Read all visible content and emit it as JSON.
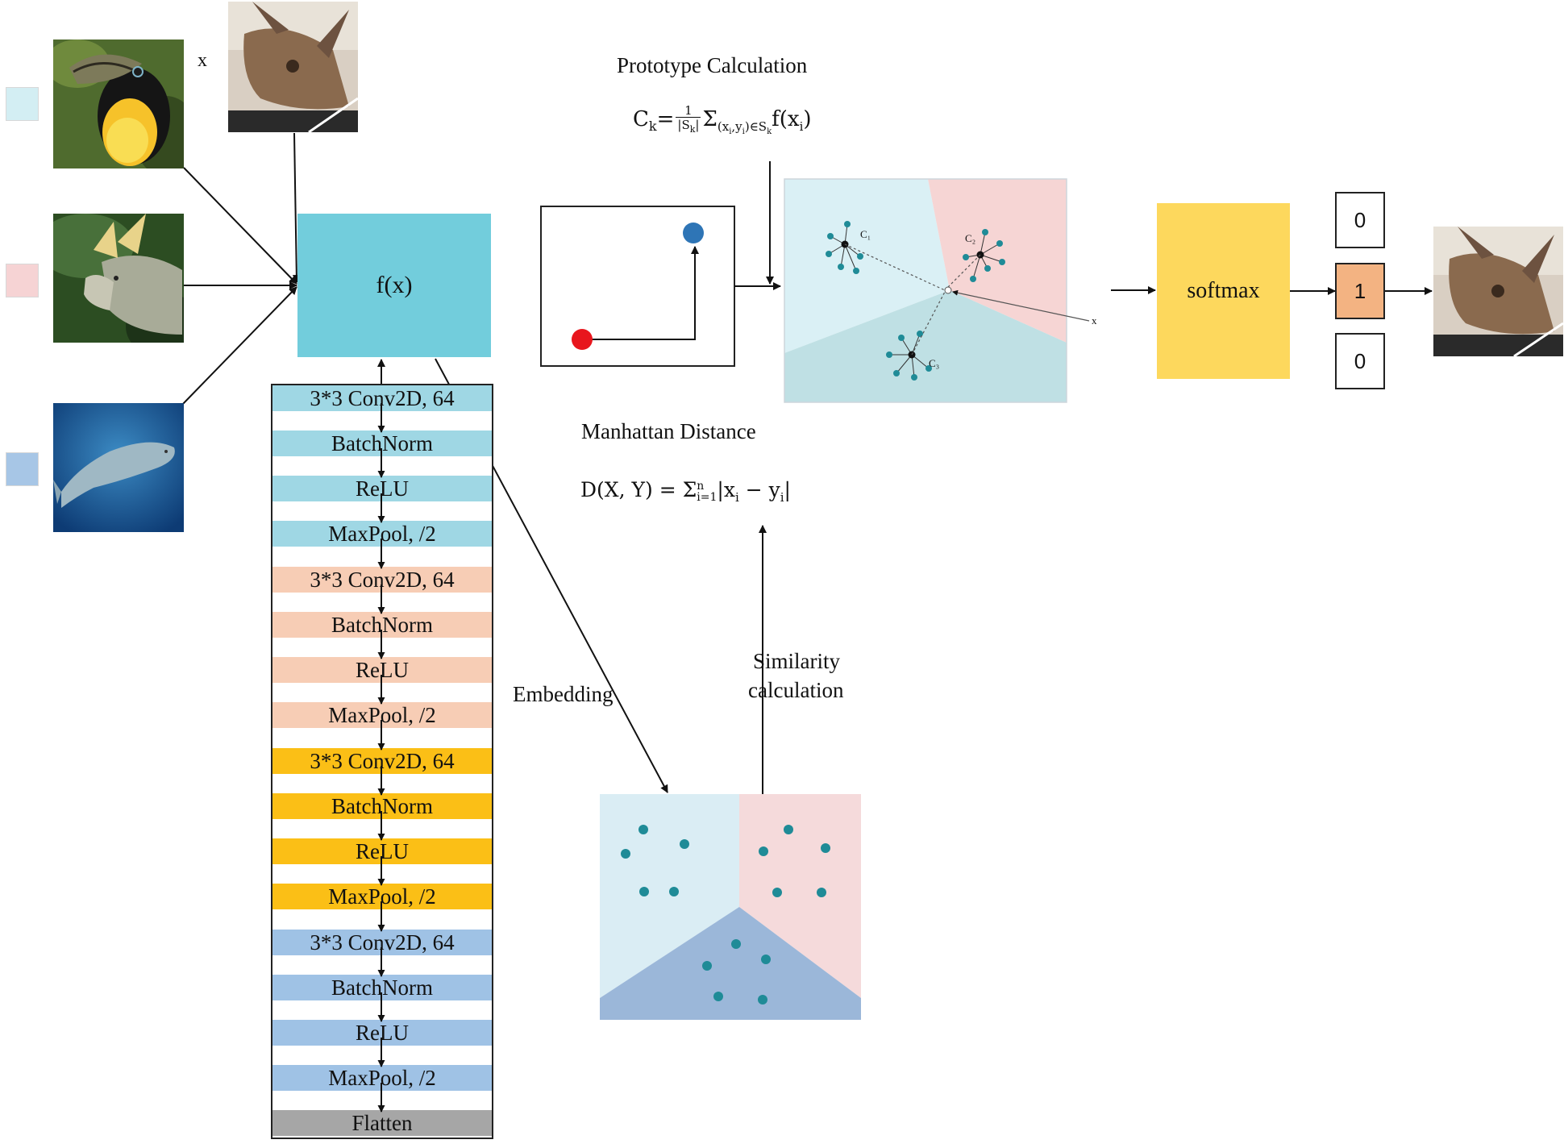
{
  "support_swatches": [
    {
      "color": "#d3eef3"
    },
    {
      "color": "#f6d3d4"
    },
    {
      "color": "#a7c6e6"
    }
  ],
  "images": {
    "support_1": "toucan-image",
    "support_2": "triceratops-model-image",
    "support_3": "manatee-image",
    "query": "triceratops-skull-image",
    "output": "triceratops-skull-image"
  },
  "query_label": "x",
  "embedding_box_label": "f(x)",
  "layers": [
    {
      "label": "3*3 Conv2D, 64",
      "color": "#9fd7e4"
    },
    {
      "label": "BatchNorm",
      "color": "#9fd7e4"
    },
    {
      "label": "ReLU",
      "color": "#9fd7e4"
    },
    {
      "label": "MaxPool, /2",
      "color": "#9fd7e4"
    },
    {
      "label": "3*3 Conv2D, 64",
      "color": "#f7cdb5"
    },
    {
      "label": "BatchNorm",
      "color": "#f7cdb5"
    },
    {
      "label": "ReLU",
      "color": "#f7cdb5"
    },
    {
      "label": "MaxPool, /2",
      "color": "#f7cdb5"
    },
    {
      "label": "3*3 Conv2D, 64",
      "color": "#fbbf16"
    },
    {
      "label": "BatchNorm",
      "color": "#fbbf16"
    },
    {
      "label": "ReLU",
      "color": "#fbbf16"
    },
    {
      "label": "MaxPool, /2",
      "color": "#fbbf16"
    },
    {
      "label": "3*3 Conv2D, 64",
      "color": "#9fc2e5"
    },
    {
      "label": "BatchNorm",
      "color": "#9fc2e5"
    },
    {
      "label": "ReLU",
      "color": "#9fc2e5"
    },
    {
      "label": "MaxPool, /2",
      "color": "#9fc2e5"
    },
    {
      "label": "Flatten",
      "color": "#a6a6a6"
    }
  ],
  "prototype": {
    "title": "Prototype Calculation",
    "formula": {
      "lhs": "C",
      "lhs_sub": "k",
      "frac_num": "1",
      "frac_den": "|S",
      "frac_den_sub": "k",
      "frac_den_close": "|",
      "sigma": "Σ",
      "sum_sub": "(x",
      "sum_sub_i": "i",
      "sum_sub_mid": ",y",
      "sum_sub_close": ")∈S",
      "sum_sub_k": "k",
      "body": "f(x",
      "body_sub": "i",
      "body_close": ")"
    },
    "centroid_labels": [
      "C₁",
      "C₂",
      "C₃"
    ],
    "query_marker": "x"
  },
  "manhattan": {
    "title": "Manhattan Distance",
    "formula": {
      "lhs": "D(X, Y) = ",
      "sigma": "Σ",
      "sup": "n",
      "sub": "i=1",
      "body": "|x",
      "body_sub_1": "i",
      "minus": " − y",
      "body_sub_2": "i",
      "close": "|"
    }
  },
  "labels": {
    "embedding": "Embedding",
    "similarity": "Similarity calculation",
    "similarity_line1": "Similarity",
    "similarity_line2": "calculation",
    "softmax": "softmax"
  },
  "outputs": [
    "0",
    "1",
    "0"
  ],
  "output_colors": [
    "#ffffff",
    "#f3b382",
    "#ffffff"
  ],
  "colors": {
    "embed_box": "#72cddc",
    "softmax": "#fdd85d",
    "red_dot": "#e8161d",
    "blue_dot": "#2e75b6",
    "teal_dot": "#1f8b97"
  }
}
